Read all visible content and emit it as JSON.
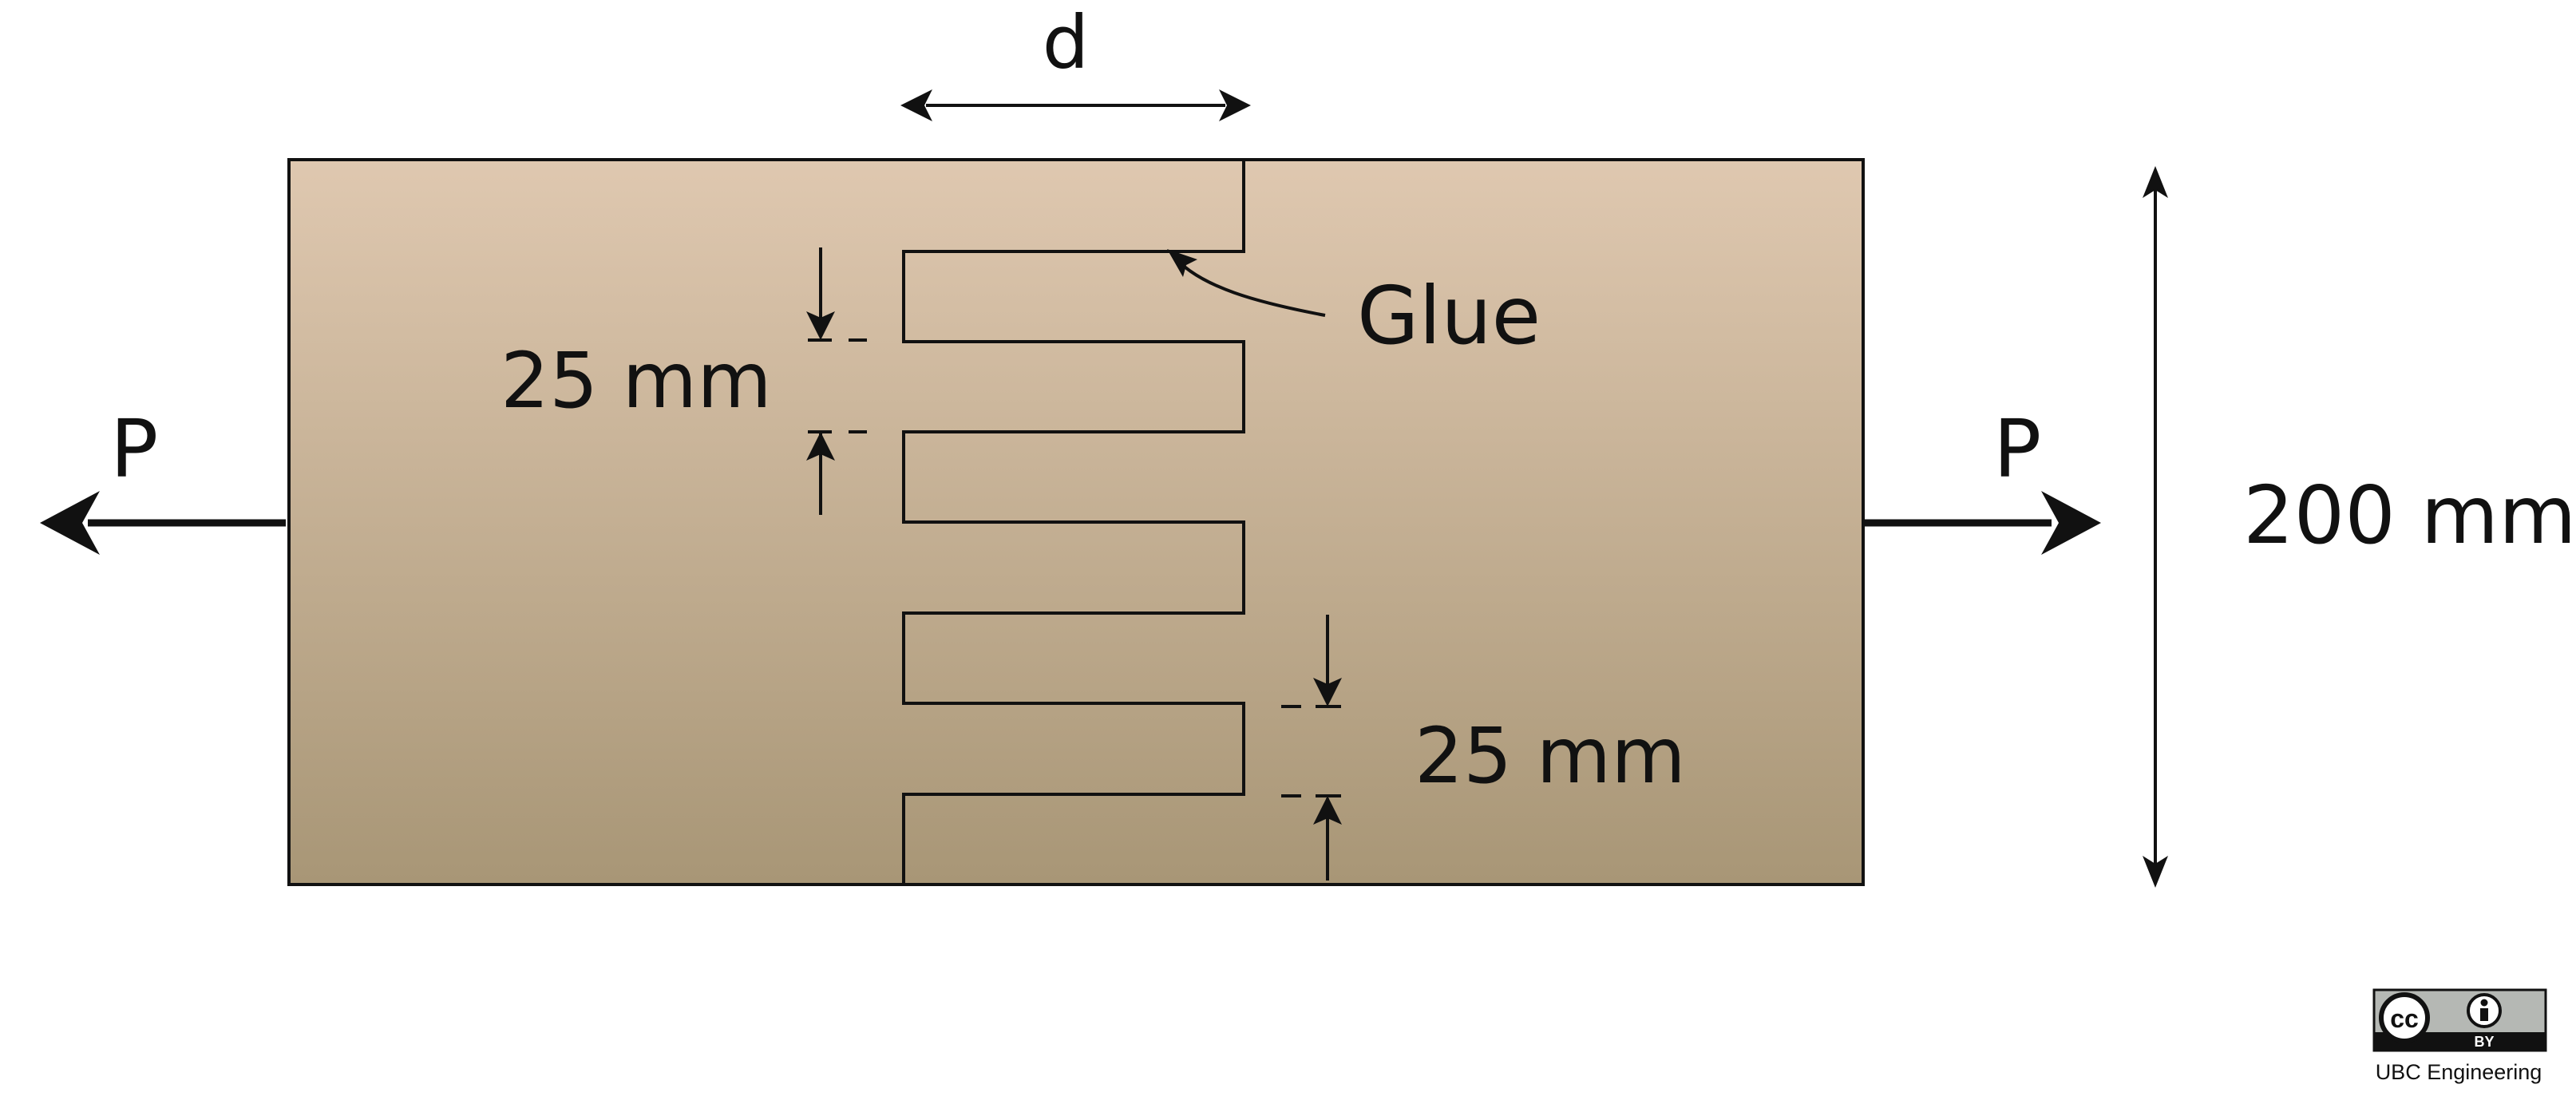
{
  "diagram": {
    "labels": {
      "width_dim": "d",
      "glue": "Glue",
      "load_left": "P",
      "load_right": "P",
      "height_dim": "200 mm",
      "finger_left_dim": "25 mm",
      "finger_right_dim": "25 mm"
    },
    "colors": {
      "wood_top": "#dfc8b0",
      "wood_bottom": "#a89676",
      "stroke": "#111111"
    }
  },
  "license": {
    "icon_text": "cc",
    "badge_text": "BY",
    "credit": "UBC Engineering"
  }
}
